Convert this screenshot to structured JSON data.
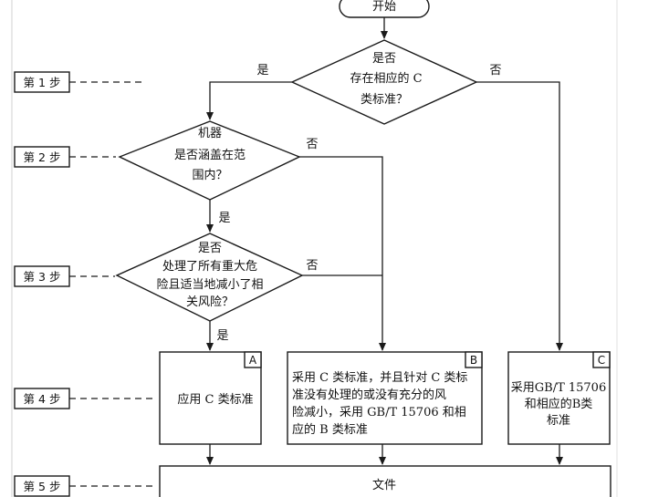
{
  "start": "开始",
  "steps": [
    "第 1 步",
    "第 2 步",
    "第 3 步",
    "第 4 步",
    "第 5 步"
  ],
  "decision1": {
    "lines": [
      "是否",
      "存在相应的 C",
      "类标准？"
    ],
    "yes": "是",
    "no": "否"
  },
  "decision2": {
    "lines": [
      "机器",
      "是否涵盖在范",
      "围内？"
    ],
    "yes": "是",
    "no": "否"
  },
  "decision3": {
    "lines": [
      "是否",
      "处理了所有重大危",
      "险且适当地减小了相",
      "关风险？"
    ],
    "yes": "是",
    "no": "否"
  },
  "boxA": {
    "tag": "A",
    "lines": [
      "应用 C 类标准"
    ]
  },
  "boxB": {
    "tag": "B",
    "lines": [
      "采用 C 类标准，并且针对 C 类标",
      "准没有处理的或没有充分的风",
      "险减小，采用 GB/T 15706 和相",
      "应的 B 类标准"
    ]
  },
  "boxC": {
    "tag": "C",
    "lines": [
      "采用GB/T 15706",
      "和相应的B类",
      "标准"
    ]
  },
  "document": "文件"
}
